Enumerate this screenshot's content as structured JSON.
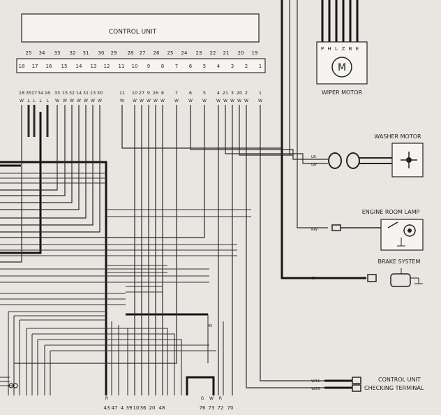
{
  "control_unit": {
    "title": "CONTROL UNIT",
    "top_pins": [
      "25",
      "34",
      "33",
      "32",
      "31",
      "30",
      "29",
      "28",
      "27",
      "26",
      "25",
      "24",
      "23",
      "22",
      "21",
      "20",
      "19"
    ],
    "bottom_pins": [
      "18",
      "17",
      "16",
      "15",
      "14",
      "13",
      "12",
      "11",
      "10",
      "9",
      "8",
      "7",
      "6",
      "5",
      "4",
      "3",
      "2",
      "1"
    ],
    "terminal_numbers": [
      "18",
      "35",
      "17",
      "34",
      "16",
      "33",
      "15",
      "32",
      "14",
      "31",
      "13",
      "30",
      "11",
      "10",
      "27",
      "9",
      "26",
      "8",
      "7",
      "6",
      "5",
      "4",
      "21",
      "3",
      "20",
      "2",
      "1"
    ],
    "wire_codes": [
      "W",
      "L",
      "L",
      "L",
      "L",
      "W",
      "W",
      "W",
      "W",
      "W",
      "W",
      "W",
      "W",
      "W",
      "W",
      "W",
      "W",
      "W",
      "W",
      "W",
      "W",
      "W",
      "W",
      "W",
      "W",
      "W",
      "W"
    ]
  },
  "components": {
    "wiper_motor": {
      "label": "WIPER MOTOR",
      "pins": [
        "P",
        "H",
        "L",
        "Z",
        "B",
        "E"
      ],
      "symbol": "M"
    },
    "washer_motor": {
      "label": "WASHER MOTOR"
    },
    "engine_room_lamp": {
      "label": "ENGINE ROOM LAMP"
    },
    "brake_system": {
      "label": "BRAKE SYSTEM"
    },
    "checking_terminal": {
      "line1": "CONTROL UNIT",
      "line2": "CHECKING TERMINAL"
    }
  },
  "wire_labels": {
    "washer_lr": "LR",
    "washer_lw": "LW",
    "lamp_rw": "RW",
    "brake_gy": "GY",
    "term_w11": "W11",
    "term_w26": "W26"
  },
  "bottom_terminals": {
    "left_numbers": [
      "43",
      "47",
      "4",
      "39",
      "10",
      "36",
      "20",
      "48"
    ],
    "right_numbers": [
      "76",
      "73",
      "72",
      "70"
    ],
    "right_codes": [
      "G",
      "W",
      "R"
    ],
    "left_code": "R",
    "mid_mark": "45"
  }
}
